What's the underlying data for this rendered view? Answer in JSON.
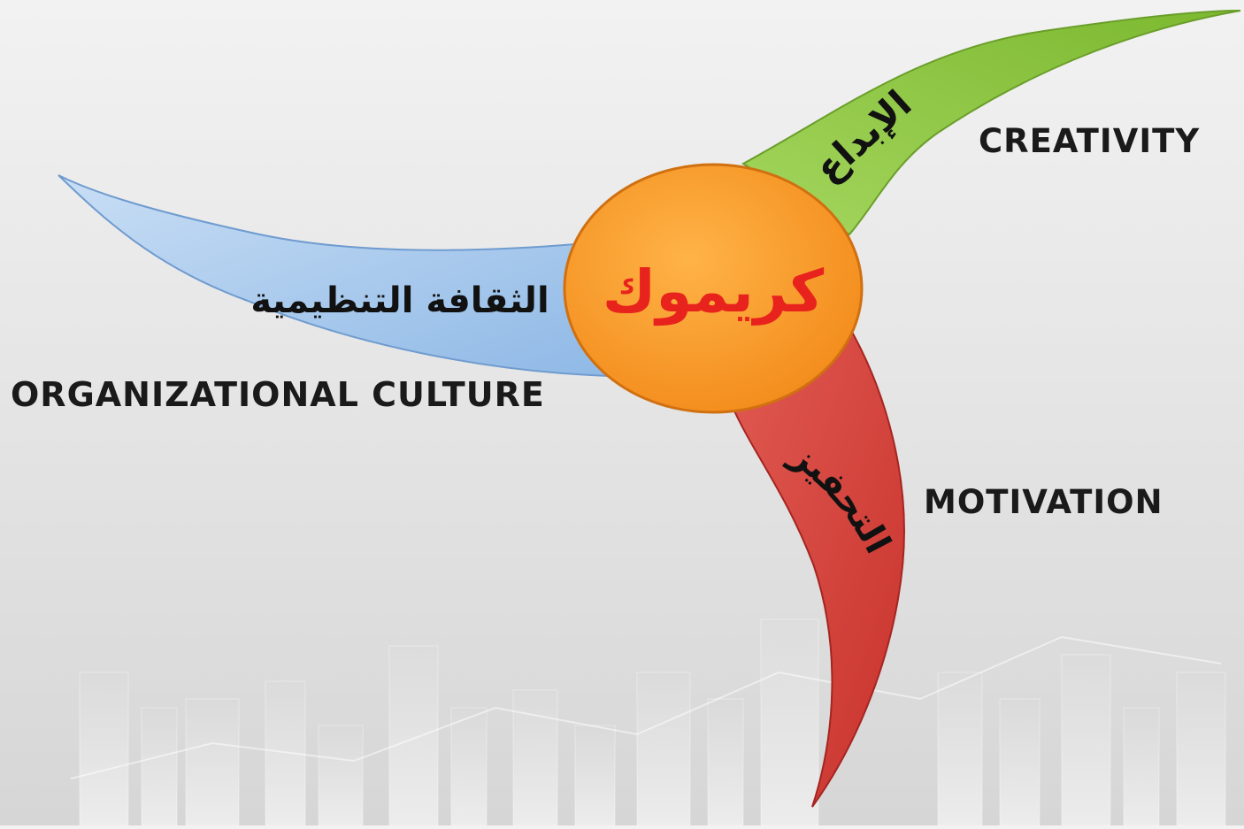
{
  "center": {
    "label": "كريموك",
    "fill": "#f7931e",
    "text_color": "#e8221c"
  },
  "blades": [
    {
      "key": "creativity",
      "arabic": "الإبداع",
      "english": "CREATIVITY",
      "fill": "#8cc63f"
    },
    {
      "key": "motivation",
      "arabic": "التحفيز",
      "english": "MOTIVATION",
      "fill": "#d9413a"
    },
    {
      "key": "culture",
      "arabic": "الثقافة التنظيمية",
      "english": "ORGANIZATIONAL CULTURE",
      "fill": "#9ec4ec"
    }
  ]
}
